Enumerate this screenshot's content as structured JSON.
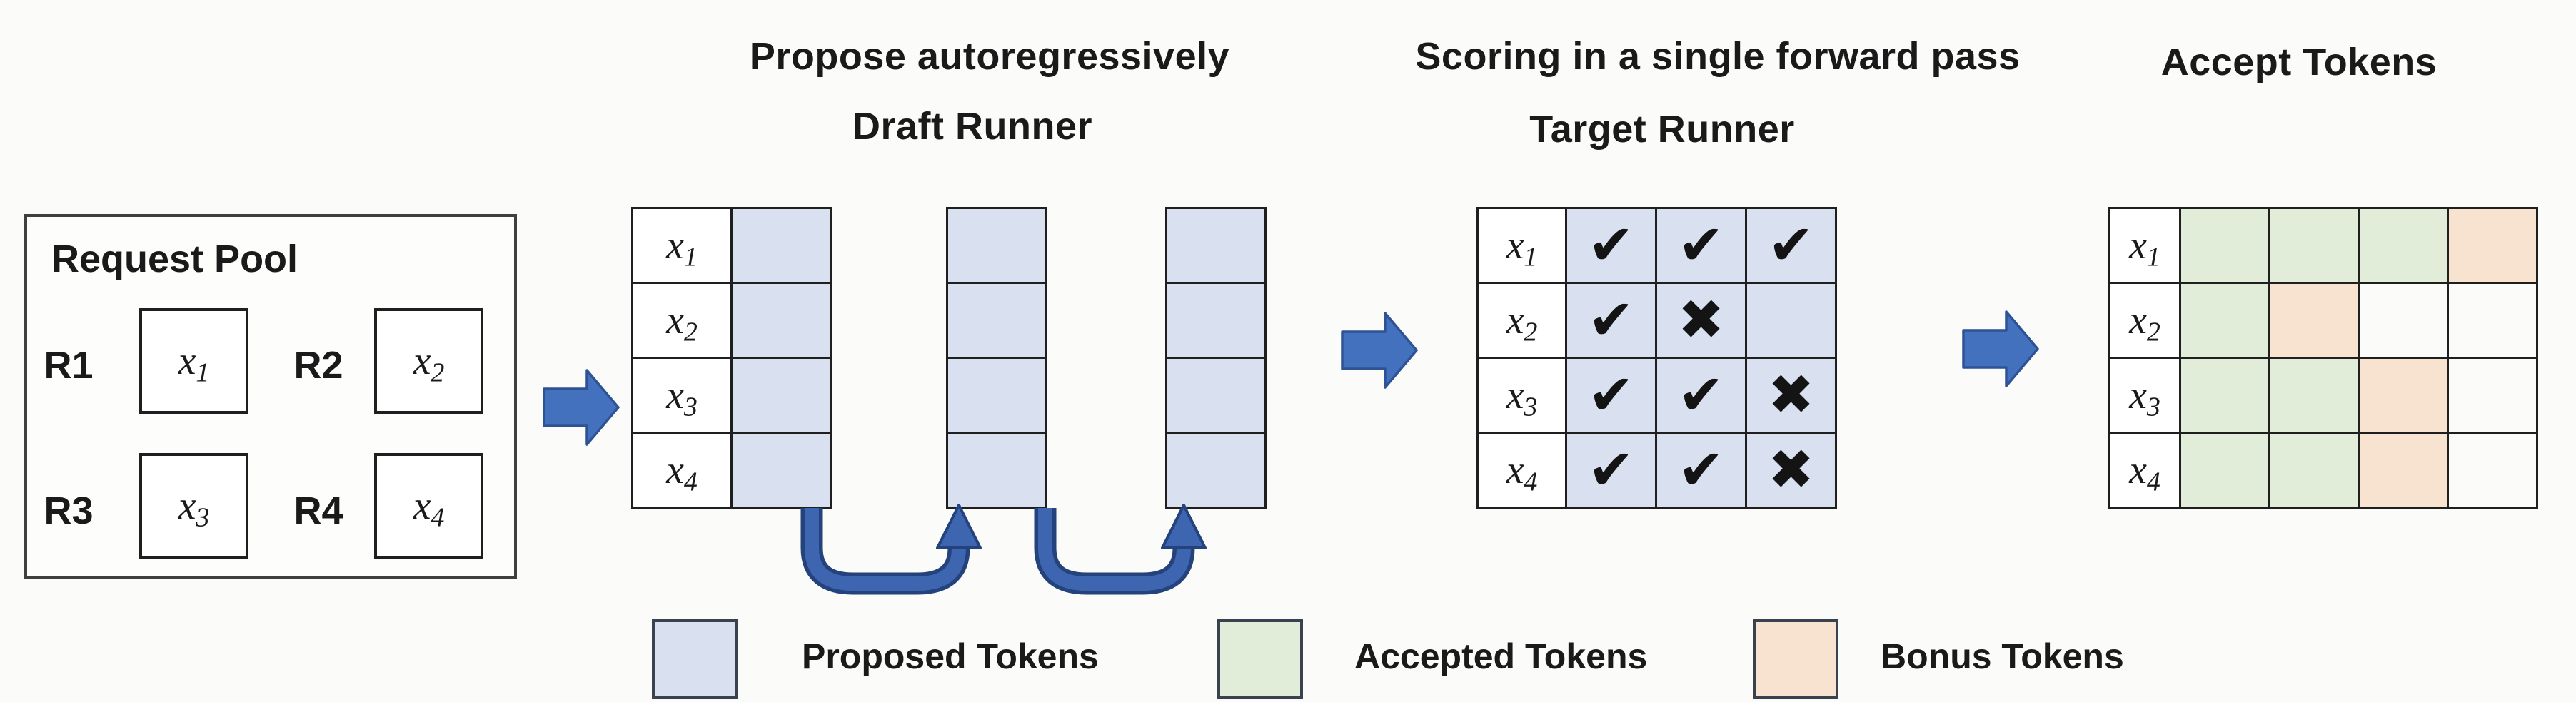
{
  "colors": {
    "background": "#FBFBF9",
    "text": "#1A1A1A",
    "grid": "#1F1F1F",
    "pool_border": "#3F3F3F",
    "swatch_border": "#39424E",
    "proposed": "#D9E0EF",
    "accepted": "#E2EDD9",
    "bonus": "#F8E3D0",
    "arrow_fill": "#4471BD",
    "arrow_edge": "#2E5395",
    "loop_fill": "#3E66B0",
    "loop_edge": "#24427C"
  },
  "titles": {
    "draft_heading": "Propose autoregressively",
    "draft_subheading": "Draft Runner",
    "target_heading": "Scoring in a single forward pass",
    "target_subheading": "Target Runner",
    "accept_heading": "Accept Tokens"
  },
  "request_pool": {
    "title": "Request Pool",
    "requests": [
      {
        "id": "R1",
        "token": {
          "base": "x",
          "sub": "1"
        }
      },
      {
        "id": "R2",
        "token": {
          "base": "x",
          "sub": "2"
        }
      },
      {
        "id": "R3",
        "token": {
          "base": "x",
          "sub": "3"
        }
      },
      {
        "id": "R4",
        "token": {
          "base": "x",
          "sub": "4"
        }
      }
    ]
  },
  "draft": {
    "proposal_steps": 3,
    "rows": [
      {
        "base": "x",
        "sub": "1"
      },
      {
        "base": "x",
        "sub": "2"
      },
      {
        "base": "x",
        "sub": "3"
      },
      {
        "base": "x",
        "sub": "4"
      }
    ]
  },
  "target": {
    "rows": [
      {
        "base": "x",
        "sub": "1",
        "marks": [
          "✔",
          "✔",
          "✔"
        ]
      },
      {
        "base": "x",
        "sub": "2",
        "marks": [
          "✔",
          "✖",
          ""
        ]
      },
      {
        "base": "x",
        "sub": "3",
        "marks": [
          "✔",
          "✔",
          "✖"
        ]
      },
      {
        "base": "x",
        "sub": "4",
        "marks": [
          "✔",
          "✔",
          "✖"
        ]
      }
    ]
  },
  "accept": {
    "rows": [
      {
        "base": "x",
        "sub": "1",
        "cells": [
          "accepted",
          "accepted",
          "accepted",
          "bonus"
        ]
      },
      {
        "base": "x",
        "sub": "2",
        "cells": [
          "accepted",
          "bonus"
        ]
      },
      {
        "base": "x",
        "sub": "3",
        "cells": [
          "accepted",
          "accepted",
          "bonus"
        ]
      },
      {
        "base": "x",
        "sub": "4",
        "cells": [
          "accepted",
          "accepted",
          "bonus"
        ]
      }
    ]
  },
  "legend": {
    "items": [
      {
        "type": "proposed",
        "label": "Proposed Tokens"
      },
      {
        "type": "accepted",
        "label": "Accepted Tokens"
      },
      {
        "type": "bonus",
        "label": "Bonus Tokens"
      }
    ]
  }
}
